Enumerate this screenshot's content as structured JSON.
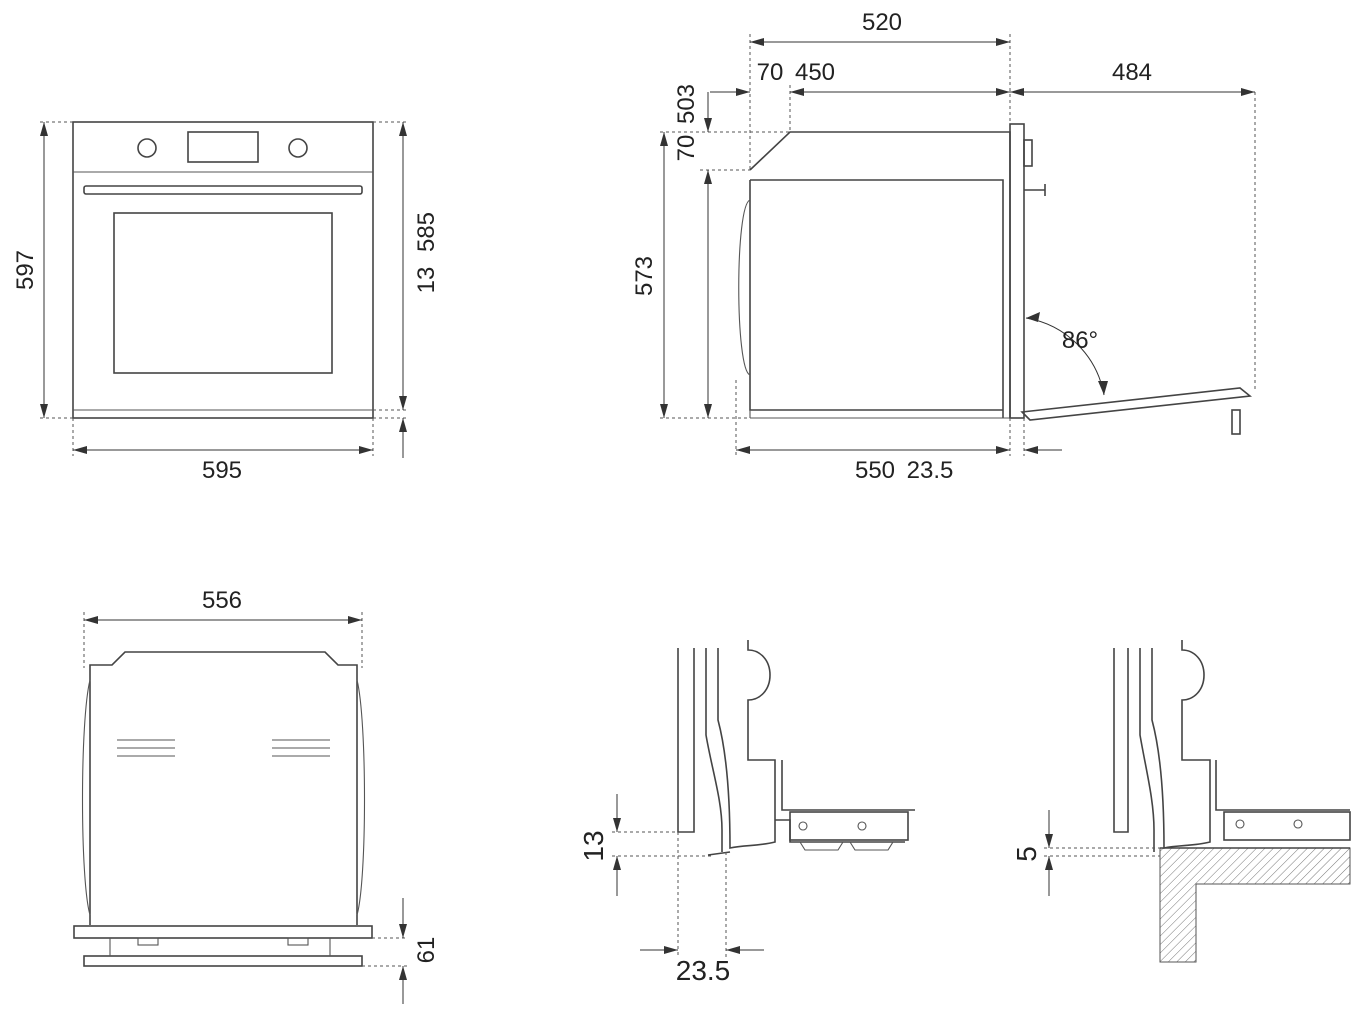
{
  "dimensions": {
    "front_height": "597",
    "front_width": "595",
    "front_right_a": "585",
    "front_right_b": "13",
    "side_depth_top": "520",
    "side_depth_70": "70",
    "side_depth_450": "450",
    "door_open": "484",
    "side_top_a": "70",
    "side_top_b": "503",
    "side_height": "573",
    "door_angle": "86°",
    "side_bottom_550": "550",
    "side_bottom_235": "23.5",
    "bottom_width": "556",
    "bottom_61": "61",
    "detail_13": "13",
    "detail_235": "23.5",
    "detail_5": "5"
  }
}
